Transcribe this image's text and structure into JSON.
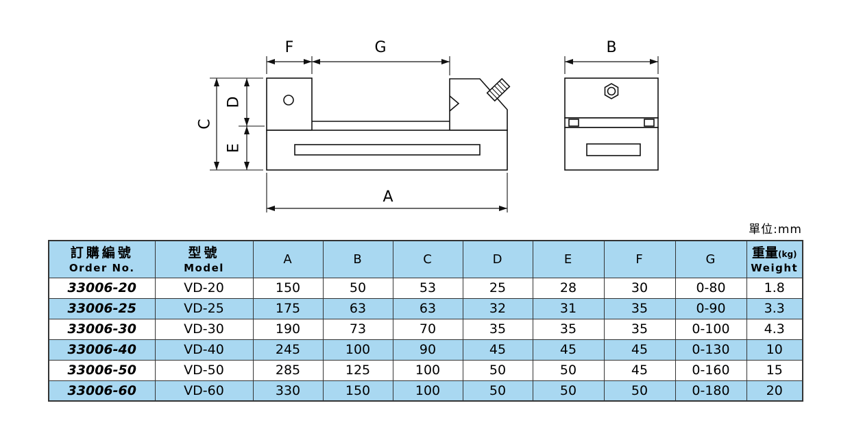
{
  "unit_label": "單位:mm",
  "diagram": {
    "labels": {
      "A": "A",
      "B": "B",
      "C": "C",
      "D": "D",
      "E": "E",
      "F": "F",
      "G": "G"
    }
  },
  "table": {
    "headers": {
      "order_zh": "訂購編號",
      "order_en": "Order No.",
      "model_zh": "型號",
      "model_en": "Model",
      "dims": [
        "A",
        "B",
        "C",
        "D",
        "E",
        "F",
        "G"
      ],
      "weight_zh": "重量",
      "weight_unit": "(kg)",
      "weight_en": "Weight"
    },
    "rows": [
      {
        "order": "33006-20",
        "model": "VD-20",
        "values": [
          "150",
          "50",
          "53",
          "25",
          "28",
          "30",
          "0-80",
          "1.8"
        ]
      },
      {
        "order": "33006-25",
        "model": "VD-25",
        "values": [
          "175",
          "63",
          "63",
          "32",
          "31",
          "35",
          "0-90",
          "3.3"
        ]
      },
      {
        "order": "33006-30",
        "model": "VD-30",
        "values": [
          "190",
          "73",
          "70",
          "35",
          "35",
          "35",
          "0-100",
          "4.3"
        ]
      },
      {
        "order": "33006-40",
        "model": "VD-40",
        "values": [
          "245",
          "100",
          "90",
          "45",
          "45",
          "45",
          "0-130",
          "10"
        ]
      },
      {
        "order": "33006-50",
        "model": "VD-50",
        "values": [
          "285",
          "125",
          "100",
          "50",
          "50",
          "45",
          "0-160",
          "15"
        ]
      },
      {
        "order": "33006-60",
        "model": "VD-60",
        "values": [
          "330",
          "150",
          "100",
          "50",
          "50",
          "50",
          "0-180",
          "20"
        ]
      }
    ]
  },
  "colors": {
    "highlight": "#a9d8f1",
    "border": "#333333"
  }
}
